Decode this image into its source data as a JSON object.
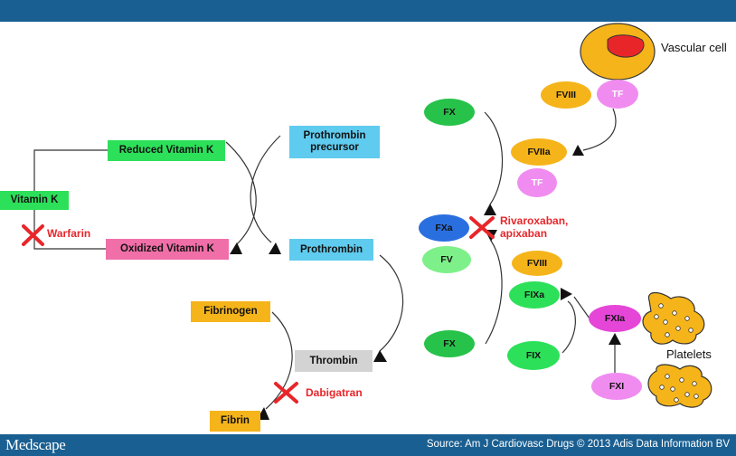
{
  "footer": {
    "brand": "Medscape",
    "source": "Source: Am J Cardiovasc Drugs © 2013 Adis Data Information BV"
  },
  "nodes": {
    "vitamin_k": "Vitamin K",
    "reduced_vitamin_k": "Reduced Vitamin K",
    "oxidized_vitamin_k": "Oxidized Vitamin K",
    "prothrombin_precursor": "Prothrombin precursor",
    "prothrombin": "Prothrombin",
    "fibrinogen": "Fibrinogen",
    "thrombin": "Thrombin",
    "fibrin": "Fibrin",
    "fx_top": "FX",
    "fxa": "FXa",
    "fv": "FV",
    "fx_bottom": "FX",
    "fviii_top": "FVIII",
    "tf_top": "TF",
    "fviia": "FVIIa",
    "tf_mid": "TF",
    "fviii_mid": "FVIII",
    "fixa": "FIXa",
    "fix": "FIX",
    "fxia": "FXIa",
    "fxi": "FXI"
  },
  "drugs": {
    "warfarin": "Warfarin",
    "dabigatran": "Dabigatran",
    "rivaroxaban_line1": "Rivaroxaban,",
    "rivaroxaban_line2": "apixaban"
  },
  "labels": {
    "vascular_cell": "Vascular cell",
    "platelets": "Platelets"
  },
  "colors": {
    "bar": "#1a5f91",
    "green": "#2de05a",
    "pink": "#f06fa8",
    "light_blue": "#5fcbee",
    "orange": "#f5b41a",
    "gray": "#d3d3d3",
    "dark_green": "#27c24a",
    "blue": "#2a6fe0",
    "light_green": "#7ef08a",
    "violet": "#f08cf0",
    "magenta": "#e646d8",
    "cross": "#e8262a"
  }
}
